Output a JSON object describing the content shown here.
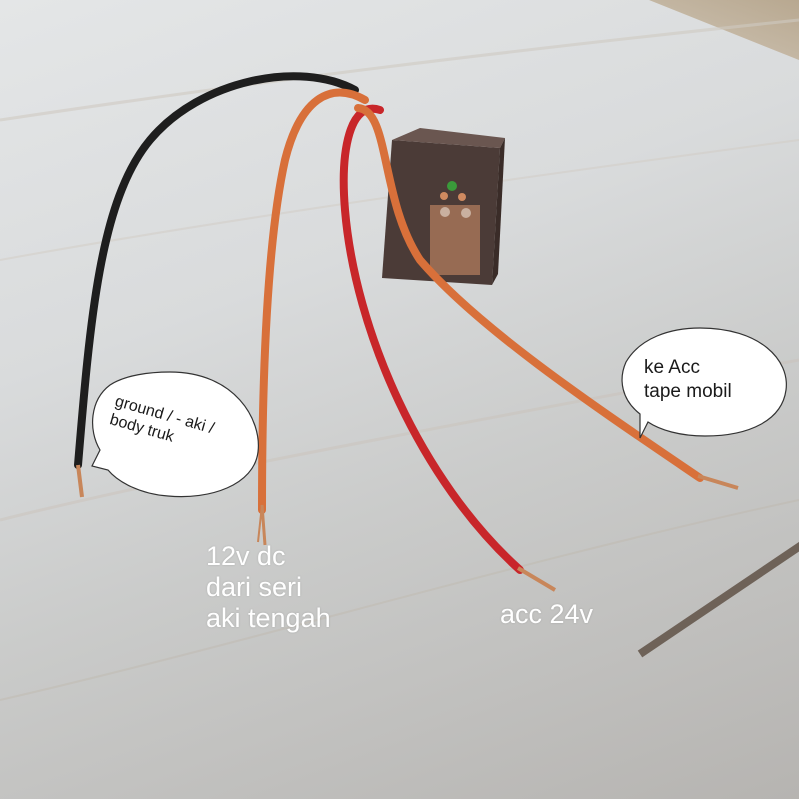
{
  "photo": {
    "subject": "automotive relay with four wires on tiled floor",
    "colors": {
      "floor": "#d9dbdc",
      "wire_black": "#1e1e1e",
      "wire_orange": "#d8703a",
      "wire_red": "#c8262a",
      "relay_body": "#4a3a36",
      "copper": "#c8865a"
    }
  },
  "annotations": {
    "ground_bubble": {
      "line1": "ground / - aki /",
      "line2": "body truk"
    },
    "acc_tape_bubble": {
      "line1": "ke Acc",
      "line2": "tape mobil"
    },
    "label_12v": {
      "line1": "12v dc",
      "line2": "dari seri",
      "line3": "aki tengah"
    },
    "label_acc24v": {
      "text": "acc 24v"
    }
  }
}
